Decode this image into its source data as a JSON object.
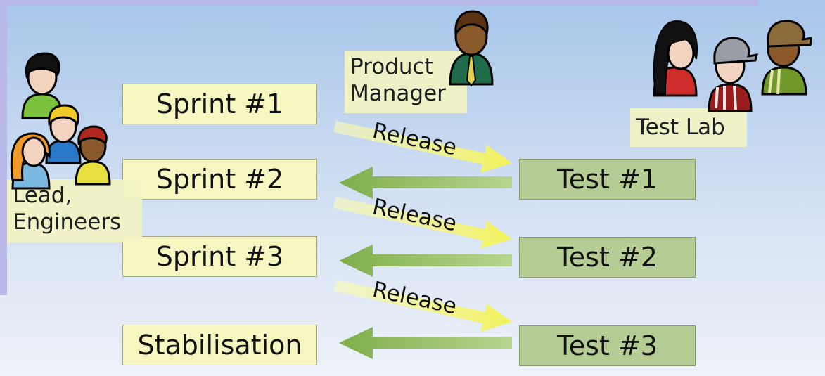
{
  "sprints": [
    {
      "label": "Sprint #1"
    },
    {
      "label": "Sprint #2"
    },
    {
      "label": "Sprint #3"
    },
    {
      "label": "Stabilisation"
    }
  ],
  "tests": [
    {
      "label": "Test #1"
    },
    {
      "label": "Test #2"
    },
    {
      "label": "Test #3"
    }
  ],
  "release_label": "Release",
  "roles": {
    "product_manager": [
      "Product",
      "Manager"
    ],
    "test_lab": "Test Lab",
    "engineers": [
      "Lead,",
      "Engineers"
    ]
  },
  "colors": {
    "background_top": "#a7c6ea",
    "background_bottom": "#eef2f9",
    "sprint_fill": "#f5f6c0",
    "test_fill": "#b5cc94",
    "release_arrow": "#f6f57e",
    "feedback_arrow": "#9bc46a"
  }
}
